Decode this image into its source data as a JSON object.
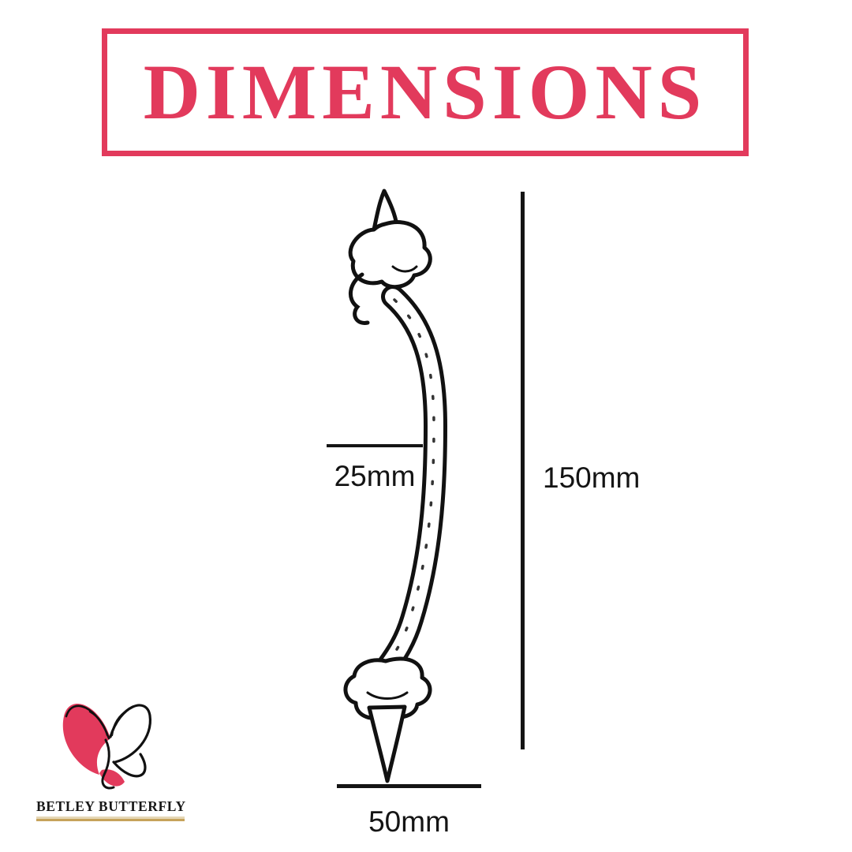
{
  "title": {
    "text": "DIMENSIONS"
  },
  "annotations": {
    "grip_width": "25mm",
    "overall_height": "150mm",
    "base_width": "50mm"
  },
  "illustration": {
    "subject": "hand-drawn sketch of a swan-neck door pull handle"
  },
  "logo": {
    "brand": "BETLEY BUTTERFLY"
  },
  "colors": {
    "accent": "#E23A5C",
    "ink": "#141414",
    "gold": "#C6A35B"
  }
}
